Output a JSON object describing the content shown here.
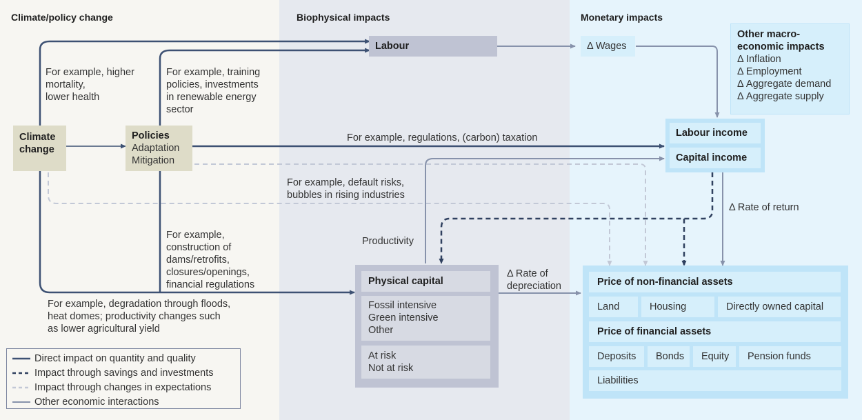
{
  "columns": {
    "left": "Climate/policy change",
    "middle": "Biophysical impacts",
    "right": "Monetary impacts"
  },
  "nodes": {
    "climate_change": [
      "Climate",
      "change"
    ],
    "policies": {
      "title": "Policies",
      "items": [
        "Adaptation",
        "Mitigation"
      ]
    },
    "labour": "Labour",
    "physical_capital": {
      "title": "Physical capital",
      "group1": [
        "Fossil intensive",
        "Green intensive",
        "Other"
      ],
      "group2": [
        "At risk",
        "Not at risk"
      ]
    },
    "wages": "Δ Wages",
    "other_macro": {
      "title": [
        "Other macro-",
        "economic impacts"
      ],
      "items": [
        "Δ Inflation",
        "Δ Employment",
        "Δ Aggregate demand",
        "Δ Aggregate supply"
      ]
    },
    "labour_income": "Labour income",
    "capital_income": "Capital income",
    "assets": {
      "non_financial_title": "Price of non-financial assets",
      "non_financial": [
        "Land",
        "Housing",
        "Directly owned capital"
      ],
      "financial_title": "Price of financial assets",
      "financial": [
        "Deposits",
        "Bonds",
        "Equity",
        "Pension funds"
      ],
      "liabilities": "Liabilities"
    }
  },
  "annotations": {
    "mortality": [
      "For example, higher",
      "mortality,",
      "lower health"
    ],
    "training": [
      "For example, training",
      "policies, investments",
      "in renewable energy",
      "sector"
    ],
    "regulations": "For example, regulations, (carbon) taxation",
    "default_risks": [
      "For example, default risks,",
      "bubbles in rising industries"
    ],
    "construction": [
      "For example,",
      "construction of",
      "dams/retrofits,",
      "closures/openings,",
      "financial regulations"
    ],
    "degradation": [
      "For example, degradation through floods,",
      "heat domes; productivity changes such",
      "as lower agricultural yield"
    ],
    "productivity": "Productivity",
    "depreciation": [
      "Δ Rate of",
      "depreciation"
    ],
    "rate_of_return": "Δ Rate of return"
  },
  "legend": [
    {
      "label": "Direct impact on quantity and quality",
      "style": "solid",
      "color": "#3d5173"
    },
    {
      "label": "Impact through savings and investments",
      "style": "dashed",
      "color": "#2f405f"
    },
    {
      "label": "Impact through changes in expectations",
      "style": "dashed",
      "color": "#c2c8d6"
    },
    {
      "label": "Other economic interactions",
      "style": "solid",
      "color": "#8792ab"
    }
  ],
  "colors": {
    "direct": "#3d5173",
    "savings": "#2f405f",
    "expectations": "#c2c8d6",
    "other": "#8792ab"
  }
}
